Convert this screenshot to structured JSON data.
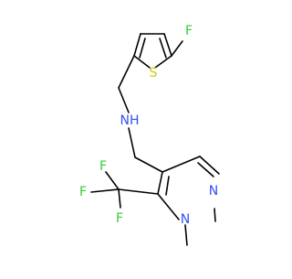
{
  "colors": {
    "bond": "#000000",
    "carbon": "#000000",
    "fluorine": "#33cc33",
    "sulfur": "#cccc00",
    "nitrogen": "#3050f8"
  },
  "atoms": {
    "f_thiophene": "F",
    "s_thiophene": "S",
    "nh_amine": "NH",
    "n_pyrazole_2": "N",
    "n_pyrazole_1": "N",
    "f_cf3_a": "F",
    "f_cf3_b": "F",
    "f_cf3_c": "F"
  }
}
